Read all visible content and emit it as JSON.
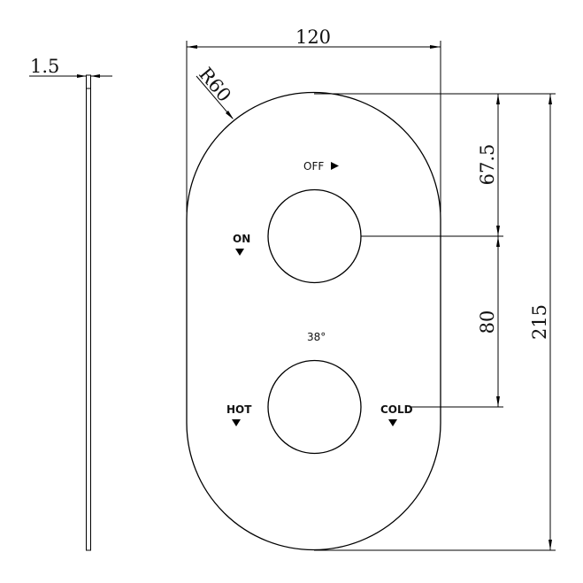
{
  "drawing": {
    "title": "Shower valve cover plate - technical drawing",
    "colors": {
      "line": "#000000",
      "background": "#ffffff"
    }
  },
  "dimensions": {
    "thickness": "1.5",
    "width": "120",
    "radius": "R60",
    "top_to_upper_center": "67.5",
    "center_to_center": "80",
    "total_height": "215"
  },
  "labels": {
    "off": "OFF",
    "on": "ON",
    "temperature": "38°",
    "hot": "HOT",
    "cold": "COLD"
  },
  "icons": {
    "off_arrow": "triangle-right",
    "on_arrow": "triangle-down",
    "hot_arrow": "triangle-down",
    "cold_arrow": "triangle-down"
  }
}
